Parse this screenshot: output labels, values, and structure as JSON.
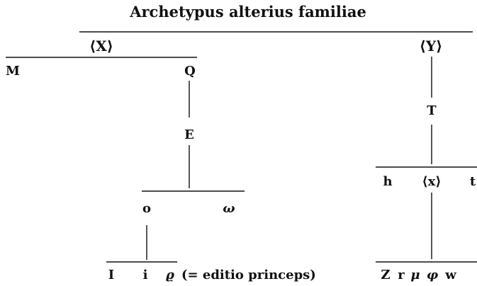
{
  "title": "Archetypus alterius familiae",
  "nodes": {
    "X": "⟨X⟩",
    "Y": "⟨Y⟩",
    "M": "M",
    "Q": "Q",
    "E": "E",
    "o": "o",
    "omega": "ω",
    "I": "I",
    "i": "i",
    "rho": "ϱ",
    "rho_note": "(= editio princeps)",
    "T": "T",
    "h": "h",
    "x": "⟨x⟩",
    "t": "t",
    "Z": "Z",
    "r": "r",
    "mu": "μ",
    "phi": "φ",
    "w": "w"
  }
}
